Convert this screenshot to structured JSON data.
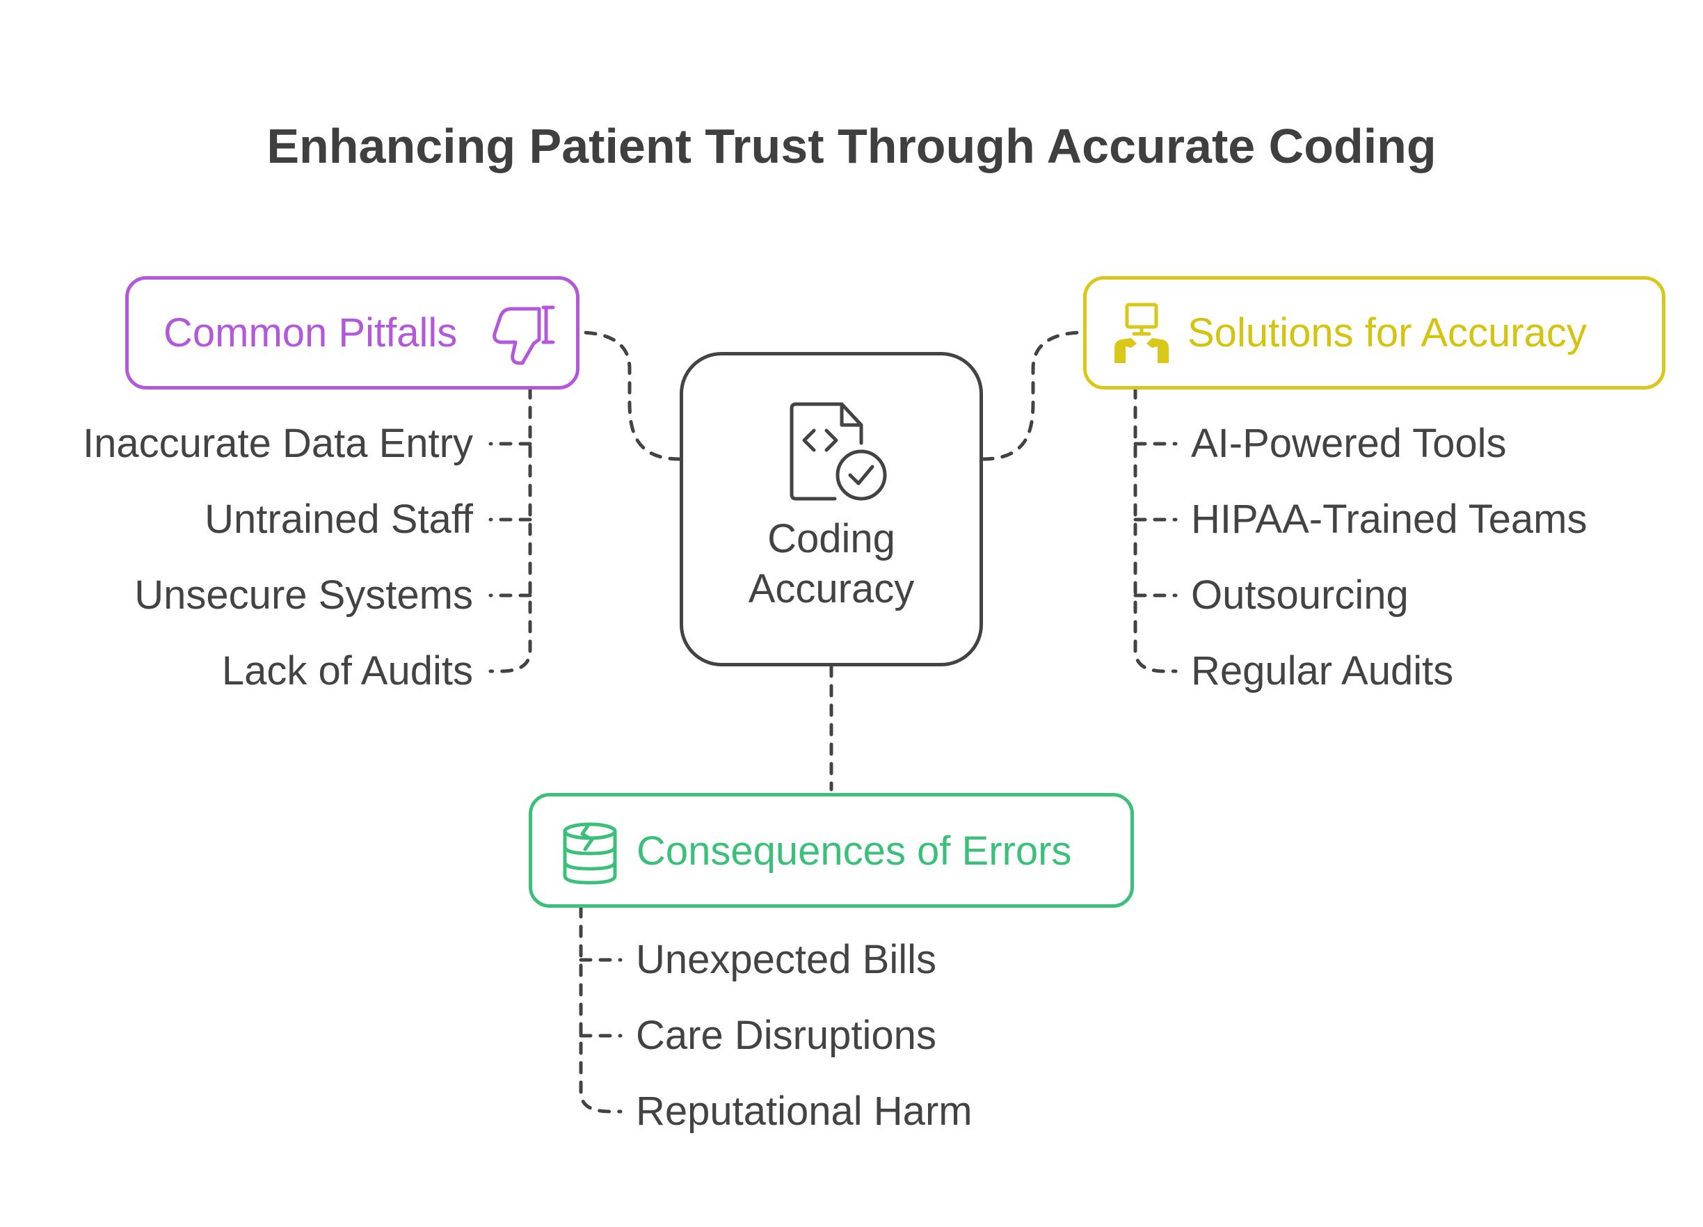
{
  "title": "Enhancing Patient Trust Through Accurate Coding",
  "center": {
    "label_line1": "Coding",
    "label_line2": "Accuracy",
    "icon": "code-file-check-icon"
  },
  "pitfalls": {
    "label": "Common Pitfalls",
    "icon": "thumbs-down-icon",
    "color": "#b358d9",
    "items": [
      "Inaccurate Data Entry",
      "Untrained Staff",
      "Unsecure Systems",
      "Lack of Audits"
    ]
  },
  "solutions": {
    "label": "Solutions for Accuracy",
    "icon": "robot-arms-computer-icon",
    "color": "#d9c81a",
    "items": [
      "AI-Powered Tools",
      "HIPAA-Trained Teams",
      "Outsourcing",
      "Regular Audits"
    ]
  },
  "consequences": {
    "label": "Consequences of Errors",
    "icon": "broken-database-icon",
    "color": "#3cbf7a",
    "items": [
      "Unexpected Bills",
      "Care Disruptions",
      "Reputational Harm"
    ]
  },
  "colors": {
    "text": "#434343",
    "connector": "#434343"
  }
}
